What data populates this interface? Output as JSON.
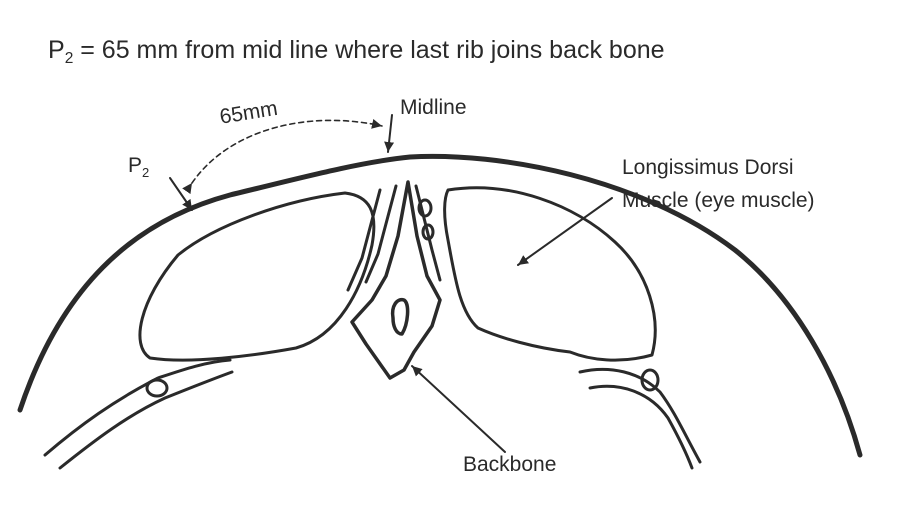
{
  "title": {
    "prefix": "P",
    "subscript": "2",
    "text": " =  65 mm from mid line where last rib joins back bone"
  },
  "labels": {
    "midline": "Midline",
    "distance": "65mm",
    "p2_letter": "P",
    "p2_subscript": "2",
    "muscle_line1": "Longissimus Dorsi",
    "muscle_line2": "Muscle (eye muscle)",
    "backbone": "Backbone"
  },
  "colors": {
    "ink": "#2a2a2a",
    "background": "#ffffff"
  }
}
